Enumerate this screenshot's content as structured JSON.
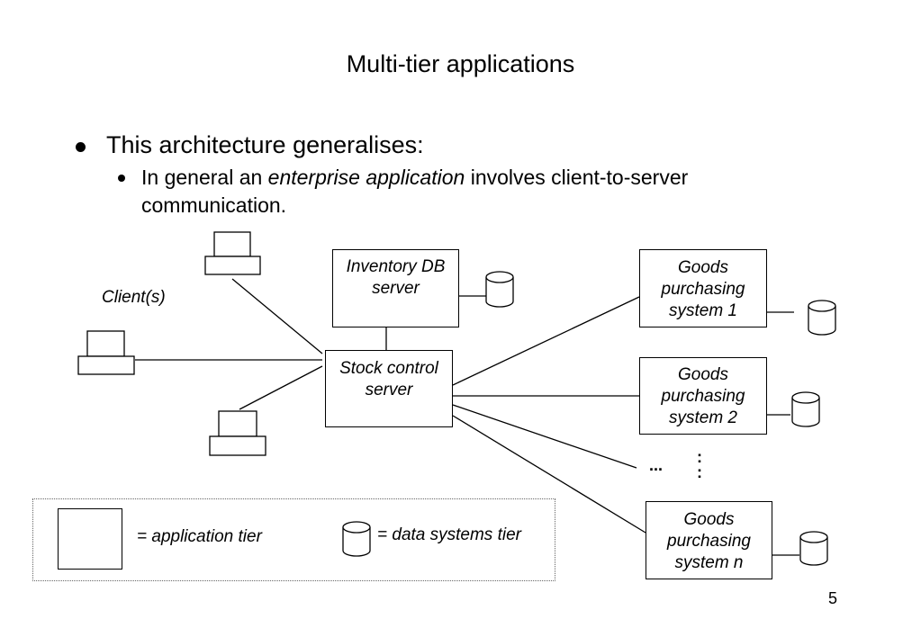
{
  "slide": {
    "title": "Multi-tier applications",
    "page_number": "5"
  },
  "bullets": {
    "level1": "This architecture generalises:",
    "level2_prefix": "In general an ",
    "level2_emphasis": "enterprise application",
    "level2_suffix": " involves client-to-server communication."
  },
  "diagram": {
    "clients_label": "Client(s)",
    "inventory_server": "Inventory DB server",
    "stock_server": "Stock control server",
    "goods1": "Goods purchasing system 1",
    "goods2": "Goods purchasing system 2",
    "goodsn": "Goods purchasing system n",
    "ellipsis": "...",
    "vertical_dots": ":\n:"
  },
  "legend": {
    "app_tier": "= application tier",
    "data_tier": "= data systems tier"
  }
}
